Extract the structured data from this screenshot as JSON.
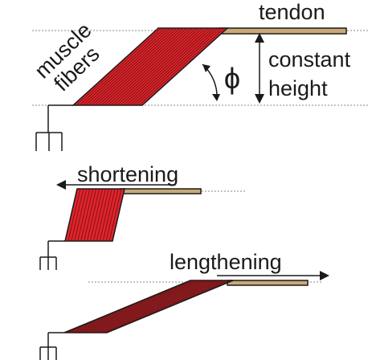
{
  "labels": {
    "muscle": "muscle",
    "fibers": "fibers",
    "tendon": "tendon",
    "phi": "ϕ",
    "constant": "constant",
    "height": "height",
    "shortening": "shortening",
    "lengthening": "lengthening"
  },
  "colors": {
    "muscle_fill": "#e0242b",
    "muscle_fill_dark": "#a8272b",
    "fiber_line": "#5a0d0f",
    "tendon_fill": "#c9a977",
    "outline": "#1a1a1a",
    "guide_line": "#888888"
  }
}
